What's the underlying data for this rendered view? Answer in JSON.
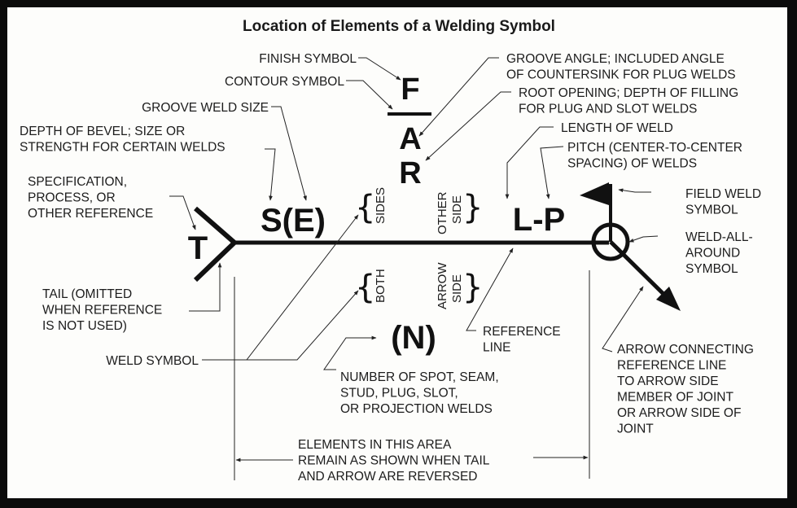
{
  "title": "Location of Elements of a Welding Symbol",
  "symbols": {
    "finish": "F",
    "groove_angle": "A",
    "root_opening": "R",
    "depth_size": "S(E)",
    "length_pitch": "L-P",
    "tail_reference": "T",
    "number_of_welds": "(N)"
  },
  "side_labels": {
    "sides": "SIDES",
    "other": "OTHER",
    "other_side": "SIDE",
    "both": "BOTH",
    "arrow": "ARROW",
    "arrow_side": "SIDE"
  },
  "callouts": {
    "finish_symbol": [
      "FINISH SYMBOL"
    ],
    "contour_symbol": [
      "CONTOUR SYMBOL"
    ],
    "groove_weld_size": [
      "GROOVE WELD SIZE"
    ],
    "depth_of_bevel": [
      "DEPTH OF BEVEL; SIZE OR",
      "STRENGTH FOR CERTAIN WELDS"
    ],
    "specification": [
      "SPECIFICATION,",
      "PROCESS, OR",
      "OTHER REFERENCE"
    ],
    "tail": [
      "TAIL (OMITTED",
      "WHEN REFERENCE",
      "IS NOT USED)"
    ],
    "weld_symbol": [
      "WELD SYMBOL"
    ],
    "groove_angle": [
      "GROOVE ANGLE; INCLUDED ANGLE",
      "OF COUNTERSINK FOR PLUG WELDS"
    ],
    "root_opening": [
      "ROOT OPENING; DEPTH OF FILLING",
      "FOR PLUG AND SLOT WELDS"
    ],
    "length_of_weld": [
      "LENGTH OF WELD"
    ],
    "pitch": [
      "PITCH (CENTER-TO-CENTER",
      "SPACING) OF WELDS"
    ],
    "field_weld": [
      "FIELD WELD",
      "SYMBOL"
    ],
    "weld_all_around": [
      "WELD-ALL-",
      "AROUND",
      "SYMBOL"
    ],
    "reference_line": [
      "REFERENCE",
      "LINE"
    ],
    "number_of_welds": [
      "NUMBER OF SPOT, SEAM,",
      "STUD, PLUG, SLOT,",
      "OR PROJECTION WELDS"
    ],
    "arrow": [
      "ARROW CONNECTING",
      "REFERENCE LINE",
      "TO ARROW SIDE",
      "MEMBER OF JOINT",
      "OR ARROW SIDE OF",
      "JOINT"
    ],
    "elements_area": [
      "ELEMENTS IN THIS AREA",
      "REMAIN AS SHOWN WHEN TAIL",
      "AND ARROW ARE REVERSED"
    ]
  }
}
